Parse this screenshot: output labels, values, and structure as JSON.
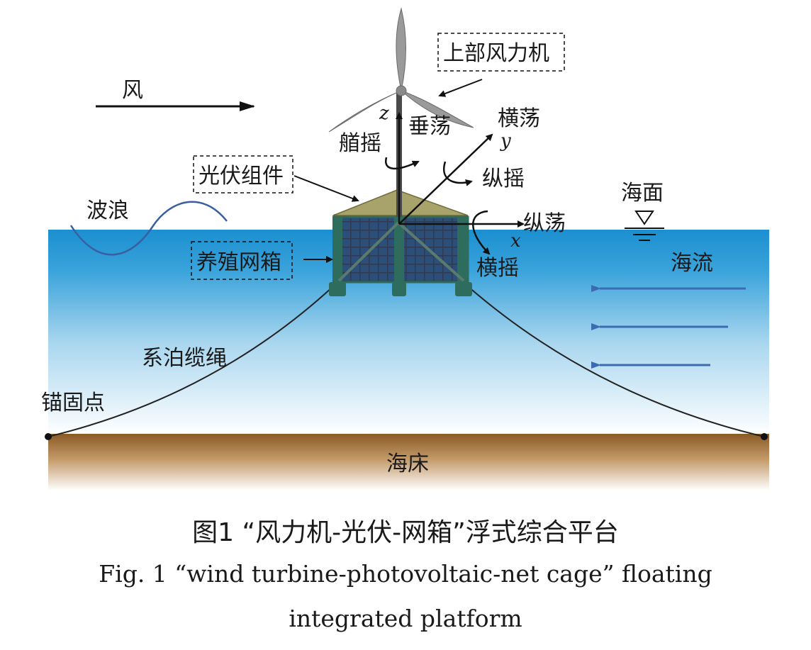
{
  "labels": {
    "wind": "风",
    "turbine": "上部风力机",
    "pv": "光伏组件",
    "cage": "养殖网箱",
    "wave": "波浪",
    "sea_surface": "海面",
    "current": "海流",
    "mooring": "系泊缆绳",
    "anchor": "锚固点",
    "seabed": "海床",
    "heave": "垂荡",
    "yaw": "艏摇",
    "sway": "横荡",
    "pitch": "纵摇",
    "surge": "纵荡",
    "roll": "横摇"
  },
  "axes": {
    "x": "x",
    "y": "y",
    "z": "z"
  },
  "caption": {
    "zh": "图1 “风力机-光伏-网箱”浮式综合平台",
    "en_line1": "Fig. 1 “wind turbine-photovoltaic-net cage” floating",
    "en_line2": "integrated platform"
  },
  "colors": {
    "sea_top": "#1b8fd0",
    "sea_bottom": "#ffffff",
    "seabed_top": "#8a5a24",
    "seabed_bottom": "#ffffff",
    "deck": "#a8a36a",
    "cage_frame": "#2e6d5d",
    "net": "#3f4e68",
    "current_arrow": "#3b6bb0",
    "wave": "#3a5fa0",
    "turbine": "#9a9a9a"
  }
}
